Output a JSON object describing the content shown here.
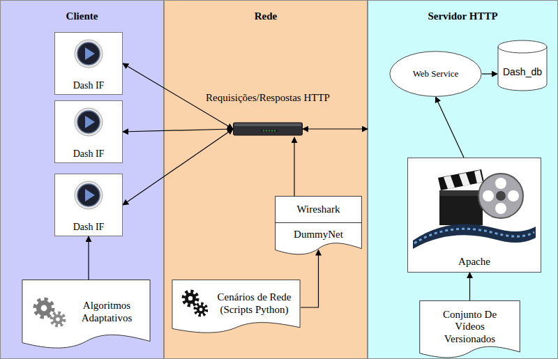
{
  "diagram": {
    "nodes": [
      {
        "text": [
          "Cliente"
        ]
      },
      {
        "text": [
          "Dash IF"
        ],
        "in": 0
      },
      {
        "text": [
          "Dash IF"
        ],
        "in": 0
      },
      {
        "text": [
          "Dash IF"
        ],
        "in": 0
      },
      {
        "text": [
          "Algoritmos Adaptativos"
        ],
        "in": 0
      },
      {
        "text": [
          "Rede"
        ]
      },
      {
        "text": [
          "Requisições/Respostas HTTP"
        ],
        "in": 5
      },
      {
        "text": [
          "Wireshark",
          "DummyNet"
        ],
        "in": 5
      },
      {
        "text": [
          "Cenários de Rede (Scripts Python)"
        ],
        "in": 5
      },
      {
        "text": [
          "Servidor HTTP"
        ]
      },
      {
        "text": [
          "Web Service"
        ],
        "in": 9
      },
      {
        "text": [
          "Dash_db"
        ],
        "in": 9
      },
      {
        "text": [
          "Apache"
        ],
        "in": 9
      },
      {
        "text": [
          "Conjunto De Vídeos Versionados"
        ],
        "in": 9
      }
    ],
    "edges": [
      {
        "from": 6,
        "to": 1,
        "arrow": "both"
      },
      {
        "from": 6,
        "to": 2,
        "arrow": "both"
      },
      {
        "from": 6,
        "to": 3,
        "arrow": "both"
      },
      {
        "from": 6,
        "to": 9,
        "arrow": "both"
      },
      {
        "from": 10,
        "to": 11,
        "arrow": "to"
      },
      {
        "from": 12,
        "to": 10,
        "arrow": "to"
      },
      {
        "from": 13,
        "to": 12,
        "arrow": "to"
      },
      {
        "from": 4,
        "to": 3,
        "arrow": "to"
      },
      {
        "from": 7,
        "to": 6,
        "arrow": "to"
      },
      {
        "from": 8,
        "to": 7,
        "arrow": "to"
      }
    ]
  }
}
